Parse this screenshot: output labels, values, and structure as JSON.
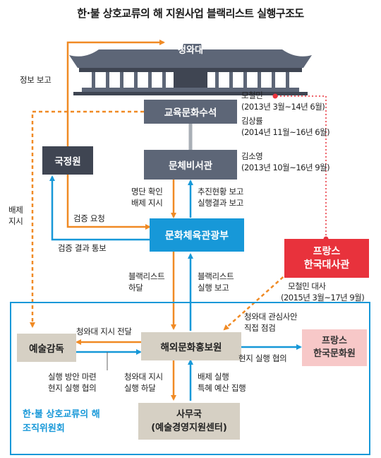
{
  "title": "한·불 상호교류의 해 지원사업 블랙리스트 실행구조도",
  "nodes": {
    "bluehouse": "청와대",
    "edu_secretary": "교육문화수석",
    "nis": "국정원",
    "culture_secretary": "문체비서관",
    "ministry": "문화체육관광부",
    "embassy_line1": "프랑스",
    "embassy_line2": "한국대사관",
    "arts_director": "예술감독",
    "kocis": "해외문화홍보원",
    "korean_center_line1": "프랑스",
    "korean_center_line2": "한국문화원",
    "office_line1": "사무국",
    "office_line2": "(예술경영지원센터)"
  },
  "people": {
    "mo_name": "모철민",
    "mo_period": "(2013년 3월~14년 6월)",
    "kim_name": "김상률",
    "kim_period": "(2014년 11월~16년 6월)",
    "kimso_name": "김소영",
    "kimso_period": "(2013년 10월~16년 9월)",
    "ambassador_name": "모철민 대사",
    "ambassador_period": "(2015년 3월~17년 9월)"
  },
  "labels": {
    "intel_report": "정보 보고",
    "exclude_line1": "배제",
    "exclude_line2": "지시",
    "verify_request": "검증 요청",
    "verify_result": "검증 결과 통보",
    "list_confirm_line1": "명단 확인",
    "list_confirm_line2": "배제 지시",
    "progress_line1": "추진현황 보고",
    "progress_line2": "실행결과 보고",
    "blacklist_down_line1": "블랙리스트",
    "blacklist_down_line2": "하달",
    "blacklist_up_line1": "블랙리스트",
    "blacklist_up_line2": "실행 보고",
    "interest_line1": "청와대 관심사안",
    "interest_line2": "직접 점검",
    "bh_order": "청와대 지시 전달",
    "plan_line1": "실행 방안 마련",
    "plan_line2": "현지 실행 협의",
    "bh_down_line1": "청와대 지시",
    "bh_down_line2": "실행 하달",
    "budget_line1": "배제 실행",
    "budget_line2": "특혜 예산 집행",
    "local_consult": "현지 실행 협의",
    "committee_line1": "한·불 상호교류의 해",
    "committee_line2": "조직위원회"
  },
  "colors": {
    "orange": "#f08a24",
    "blue": "#1798d8",
    "red": "#e8323c",
    "navy": "#5d6677",
    "gray": "#d6d0c4"
  }
}
